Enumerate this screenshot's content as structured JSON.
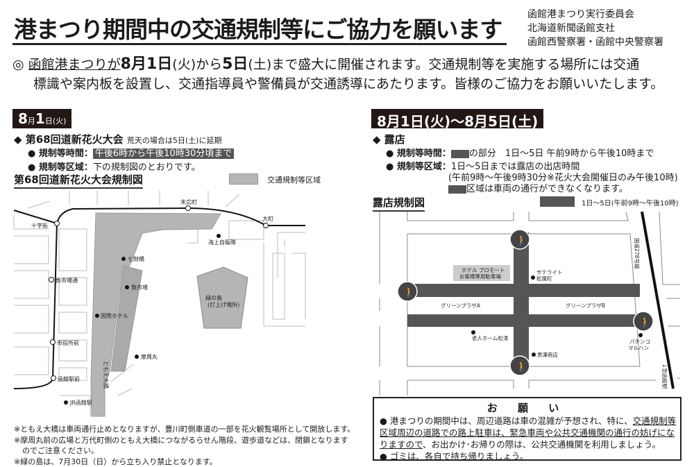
{
  "header": {
    "title": "港まつり期間中の交通規制等にご協力を願います",
    "orgs": [
      "函館港まつり実行委員会",
      "北海道新聞函館支社",
      "函館西警察署・函館中央警察署"
    ]
  },
  "intro": {
    "mark": "◎",
    "line1_a": "函館港まつりが",
    "d1": "8月1日",
    "d1w": "(火)から",
    "d2": "5日",
    "d2w": "(土)まで盛大に開催されます。交通規制等を実施する場所には交通",
    "line2": "標識や案内板を設置し、交通指導員や警備員が交通誘導にあたります。皆様のご協力をお願いいたします。"
  },
  "left": {
    "date_main": "8",
    "date_m": "月",
    "date_d": "1",
    "date_rest": "日(火)",
    "event": "◆ 第68回道新花火大会",
    "event_note": "荒天の場合は5日(土)に延期",
    "time_label": "● 規制等時間：",
    "time_value": "午後6時から午後10時30分頃まで",
    "area_label": "● 規制等区域：",
    "area_value": "下の規制図のとおりです。",
    "map_title": "第68回道新花火大会規制図",
    "legend": "交通規制等区域",
    "map_labels": {
      "s1": "十字街",
      "s2": "末広町",
      "s3": "大町",
      "s4": "魚市場通",
      "s5": "市役所前",
      "s6": "函館駅前",
      "p1": "海上自衛隊",
      "p2": "七財橋",
      "p3": "魚市場",
      "p4": "国際ホテル",
      "p5": "摩周丸",
      "p6": "JR函館駅",
      "bridge": "ともえ大橋",
      "island1": "緑の島",
      "island2": "(打上げ場所)"
    },
    "notes": [
      "※ともえ大橋は車両通行止めとなりますが、豊川町側車道の一部を花火観覧場所として開放します。",
      "※摩周丸前の広場と万代町側のともえ大橋につながるらせん階段、遊歩道などは、閉鎖となります",
      "のでご注意ください。",
      "※緑の島は、7月30日（日）から立ち入り禁止となります。"
    ]
  },
  "right": {
    "date_text": "8月1日(火)〜8月5日(土)",
    "event": "◆ 露店",
    "time_label": "● 規制等時間：",
    "time_value": "の部分　1日〜5日 午前9時から午後10時まで",
    "area_label": "● 規制等区域：",
    "area_value": "1日〜5日までは露店の出店時間",
    "area_value2": "(午前9時〜午後9時30分※花火大会開催日のみ午後10時)",
    "area_value3": "区域は車両の通行ができなくなります。",
    "map_title": "露店規制図",
    "legend": "1日〜5日(午前9時〜午後10時)",
    "map_labels": {
      "hotel1": "ホテル プロモート",
      "hotel2": "お客様専用駐車場",
      "sat1": "サテライト",
      "sat2": "松風町",
      "plazaA": "グリーンプラザA",
      "plazaB": "グリーンプラザB",
      "rouj": "老人ホーム松涛",
      "otoko": "男澤商店",
      "pachi1": "パチンコ",
      "pachi2": "マルハン",
      "route": "国道278号線",
      "station": "↓至函館駅"
    }
  },
  "onegai": {
    "title": "お 願 い",
    "item1_a": "● 港まつりの期間中は、周辺道路は車の混雑が予想され、特に、",
    "item1_u": "交通規制等区域周辺の道路での路上駐車は、緊急車両や公共交通機関の通行の妨げになりますので",
    "item1_b": "、お出かけ･お帰りの際は、公共交通機関を利用しましょう。",
    "item2": "● ゴミは、各自で持ち帰りましょう。"
  },
  "colors": {
    "zone_light": "#b5b5b5",
    "zone_dark": "#555555",
    "ink": "#231815"
  }
}
